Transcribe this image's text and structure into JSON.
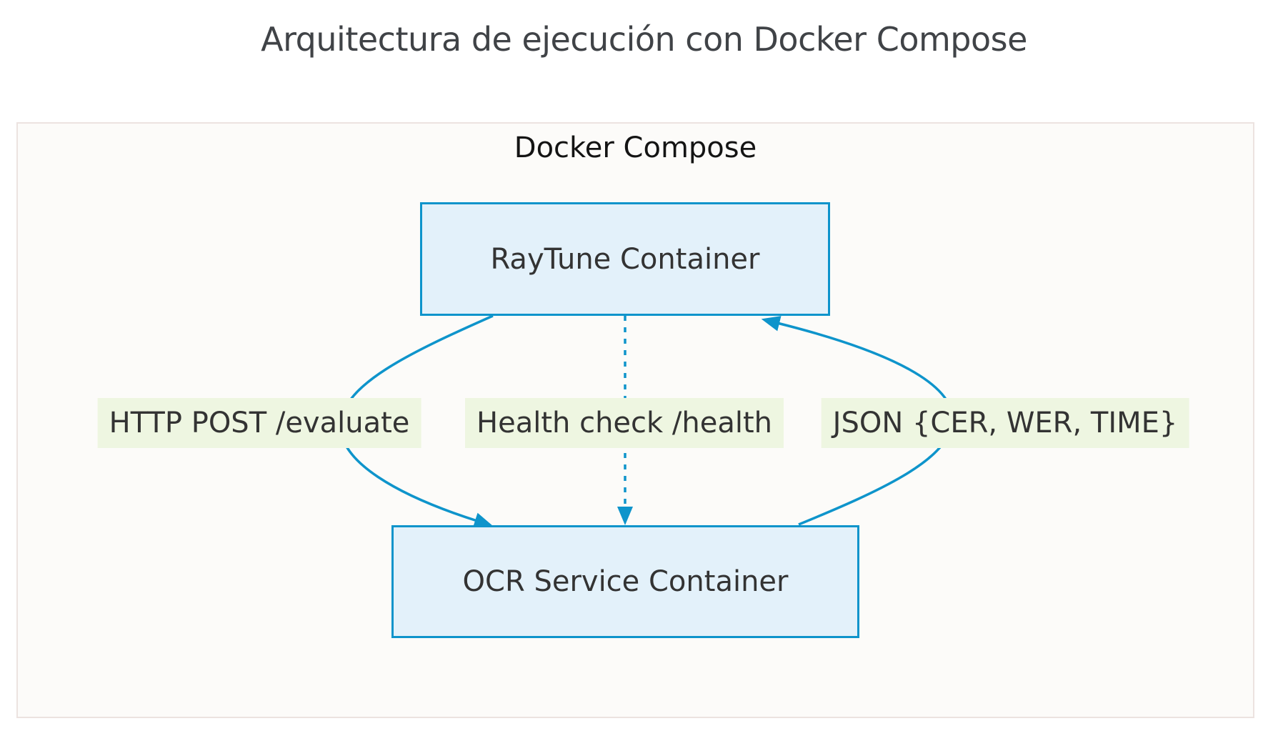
{
  "title": "Arquitectura de ejecución con Docker Compose",
  "diagram_type": "flowchart",
  "cluster": {
    "label": "Docker Compose"
  },
  "nodes": {
    "raytune": {
      "label": "RayTune Container"
    },
    "ocr": {
      "label": "OCR Service Container"
    }
  },
  "edges": [
    {
      "label": "HTTP POST /evaluate",
      "from": "RayTune Container",
      "to": "OCR Service Container",
      "style": "solid",
      "arrow": "filled-triangle"
    },
    {
      "label": "Health check /health",
      "from": "RayTune Container",
      "to": "OCR Service Container",
      "style": "dashed",
      "arrow": "filled-triangle"
    },
    {
      "label": "JSON {CER, WER, TIME}",
      "from": "OCR Service Container",
      "to": "RayTune Container",
      "style": "solid",
      "arrow": "filled-triangle"
    }
  ],
  "colors": {
    "blue": "#0e94cb",
    "node-fill": "#e3f1fa",
    "node-text": "#333333",
    "edge-label-bg": "#eef6e1",
    "edge-label-text": "#333333",
    "cluster-fill": "#fcfbf9",
    "cluster-border": "#ece3e0",
    "cluster-text": "#141414",
    "title-text": "#404347",
    "page-bg": "#ffffff"
  }
}
